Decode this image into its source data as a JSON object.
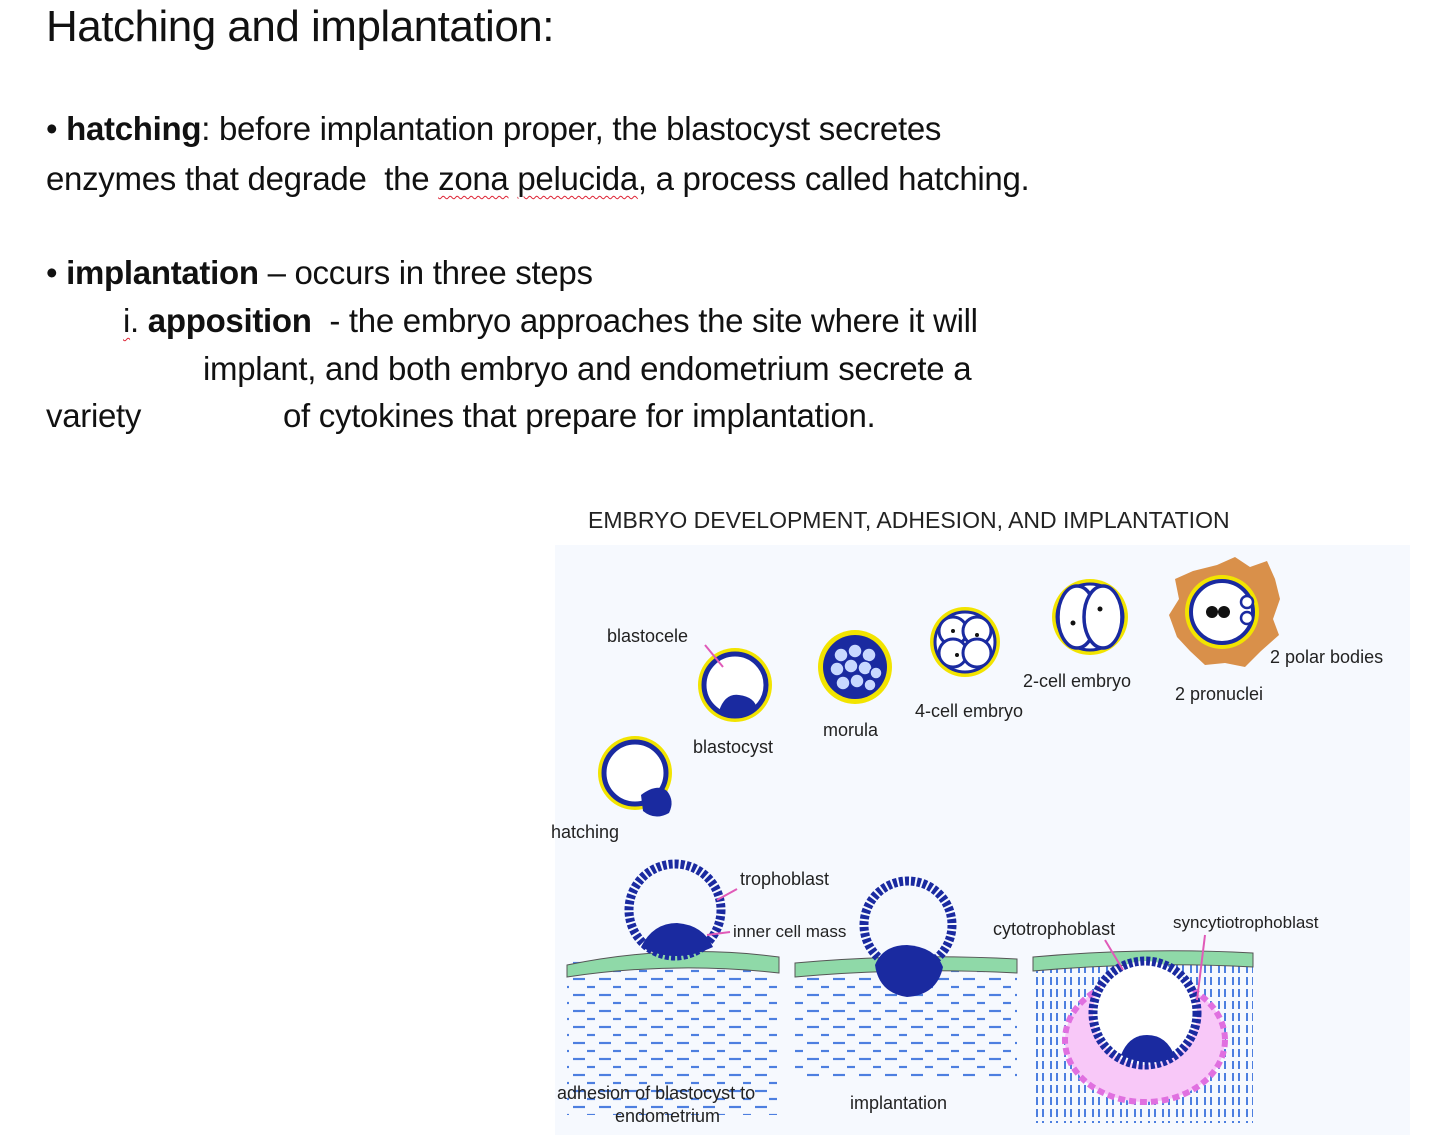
{
  "slide": {
    "title": "Hatching and implantation:",
    "bullet_symbol": "•",
    "hatching": {
      "term": "hatching",
      "line1": ": before implantation proper, the blastocyst secretes",
      "line2_a": "enzymes that degrade  the ",
      "line2_zona": "zona",
      "line2_space": " ",
      "line2_pelucida": "pelucida",
      "line2_b": ", a process called hatching."
    },
    "implantation": {
      "term": "implantation",
      "line1": " – occurs in three steps",
      "step_num": "i",
      "step_dot": ". ",
      "step_term": "apposition",
      "step_line1": "  - the embryo approaches the site where it will",
      "step_line2": "implant, and both embryo and endometrium secrete a",
      "step_line3_a": "variety",
      "step_line3_b": "of cytokines that prepare for implantation."
    }
  },
  "figure": {
    "title": "EMBRYO DEVELOPMENT, ADHESION, AND IMPLANTATION",
    "labels": {
      "blastocele": "blastocele",
      "blastocyst": "blastocyst",
      "morula": "morula",
      "four_cell": "4-cell embryo",
      "two_cell": "2-cell embryo",
      "polar_bodies": "2 polar bodies",
      "pronuclei": "2 pronuclei",
      "hatching": "hatching",
      "trophoblast": "trophoblast",
      "inner_cell_mass": "inner cell mass",
      "cytotrophoblast": "cytotrophoblast",
      "syncytiotrophoblast": "syncytiotrophoblast",
      "adhesion_1": "adhesion of blastocyst to",
      "adhesion_2": "endometrium",
      "implantation": "implantation"
    },
    "colors": {
      "cell_blue": "#1a2aa0",
      "zona_yellow": "#f2e400",
      "epithelium_green": "#8fd9a8",
      "stroma_blue": "#4d7fe0",
      "syncytio_pink": "#e070e0",
      "corona_orange": "#d9904a",
      "pointer_pink": "#e05ab8"
    }
  }
}
